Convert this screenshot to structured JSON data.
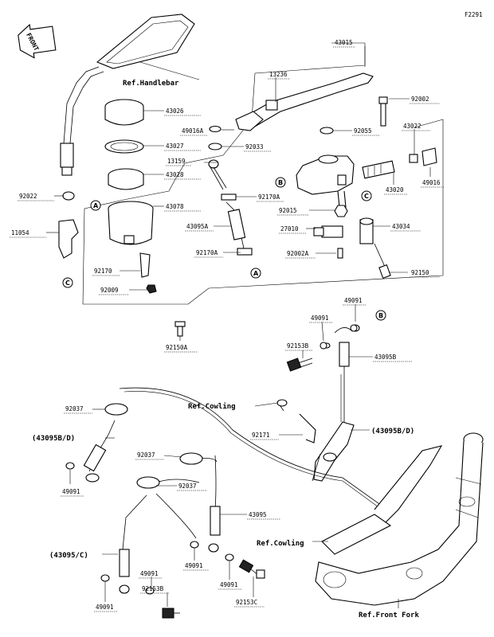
{
  "figure_code": "F2291",
  "front_arrow": "FRONT",
  "refs": {
    "handlebar": "Ref.Handlebar",
    "cowling_top": "Ref.Cowling",
    "cowling_bottom": "Ref.Cowling",
    "front_fork": "Ref.Front Fork"
  },
  "parts": {
    "p43015": "43015",
    "p13236": "13236",
    "p92002": "92002",
    "p43026": "43026",
    "p49016A": "49016A",
    "p92033": "92033",
    "p92055": "92055",
    "p43022": "43022",
    "p43027": "43027",
    "p13159": "13159",
    "p43028": "43028",
    "p43020": "43020",
    "p49016": "49016",
    "p92022": "92022",
    "p92170A_1": "92170A",
    "p43078": "43078",
    "p92015": "92015",
    "p43095A": "43095A",
    "p43034": "43034",
    "p27010": "27010",
    "p11054": "11054",
    "p92170A_2": "92170A",
    "p92002A": "92002A",
    "p92170": "92170",
    "p92150": "92150",
    "p92009": "92009",
    "p49091_a": "49091",
    "p49091_b": "49091",
    "p92153B_a": "92153B",
    "p43095B": "43095B",
    "p92150A": "92150A",
    "p92037_a": "92037",
    "p92171": "92171",
    "p43095BD_left": "(43095B/D)",
    "p43095BD_right": "(43095B/D)",
    "p92037_b": "92037",
    "p49091_c": "49091",
    "p92037_c": "92037",
    "p43095": "43095",
    "p43095C": "(43095/C)",
    "p49091_d": "49091",
    "p49091_e": "49091",
    "p49091_f": "49091",
    "p92153B_b": "92153B",
    "p49091_g": "49091",
    "p92153C": "92153C"
  },
  "callouts": {
    "A": "A",
    "B": "B",
    "C": "C"
  }
}
